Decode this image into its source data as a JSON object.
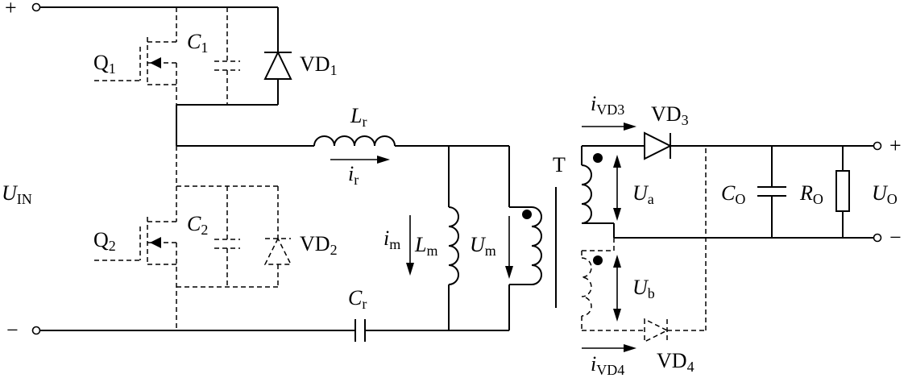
{
  "terminals": {
    "plus": "+",
    "minus": "−"
  },
  "input": {
    "symbol": "U",
    "sub": "IN"
  },
  "q1": {
    "symbol": "Q",
    "sub": "1"
  },
  "q2": {
    "symbol": "Q",
    "sub": "2"
  },
  "c1": {
    "symbol": "C",
    "sub": "1"
  },
  "c2": {
    "symbol": "C",
    "sub": "2"
  },
  "vd1": {
    "symbol": "VD",
    "sub": "1"
  },
  "vd2": {
    "symbol": "VD",
    "sub": "2"
  },
  "lr": {
    "symbol": "L",
    "sub": "r"
  },
  "ir": {
    "symbol": "i",
    "sub": "r"
  },
  "cr": {
    "symbol": "C",
    "sub": "r"
  },
  "lm": {
    "symbol": "L",
    "sub": "m"
  },
  "im": {
    "symbol": "i",
    "sub": "m"
  },
  "um": {
    "symbol": "U",
    "sub": "m"
  },
  "transformer": {
    "label": "T"
  },
  "ua": {
    "symbol": "U",
    "sub": "a"
  },
  "ub": {
    "symbol": "U",
    "sub": "b"
  },
  "vd3": {
    "symbol": "VD",
    "sub": "3"
  },
  "vd4": {
    "symbol": "VD",
    "sub": "4"
  },
  "ivd3": {
    "symbol": "i",
    "sub": "VD3"
  },
  "ivd4": {
    "symbol": "i",
    "sub": "VD4"
  },
  "co": {
    "symbol": "C",
    "sub": "O"
  },
  "ro": {
    "symbol": "R",
    "sub": "O"
  },
  "output": {
    "symbol": "U",
    "sub": "O"
  },
  "out_terminals": {
    "plus": "+",
    "minus": "−"
  }
}
